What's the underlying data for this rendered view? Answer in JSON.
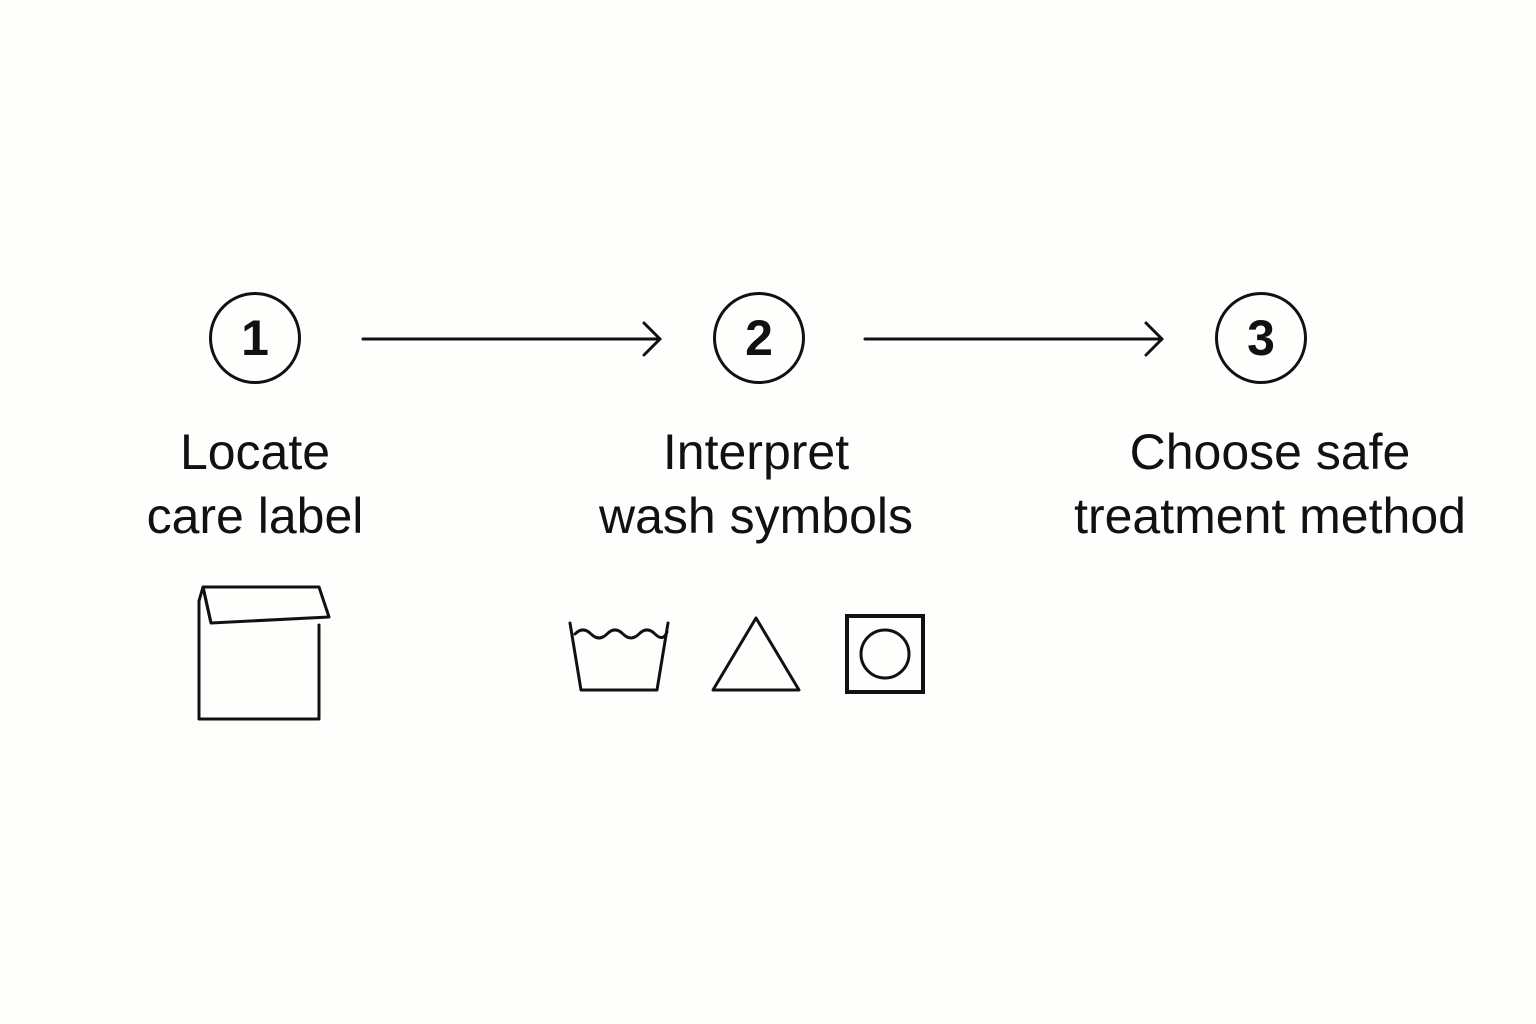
{
  "colors": {
    "background": "#fefefd",
    "ink": "#111111"
  },
  "steps": [
    {
      "number": "1",
      "label_lines": [
        "Locate",
        "care label"
      ],
      "icons": [
        "care-label-tag-icon"
      ]
    },
    {
      "number": "2",
      "label_lines": [
        "Interpret",
        "wash symbols"
      ],
      "icons": [
        "wash-basin-icon",
        "bleach-triangle-icon",
        "tumble-dry-icon"
      ]
    },
    {
      "number": "3",
      "label_lines": [
        "Choose safe",
        "treatment method"
      ],
      "icons": []
    }
  ]
}
